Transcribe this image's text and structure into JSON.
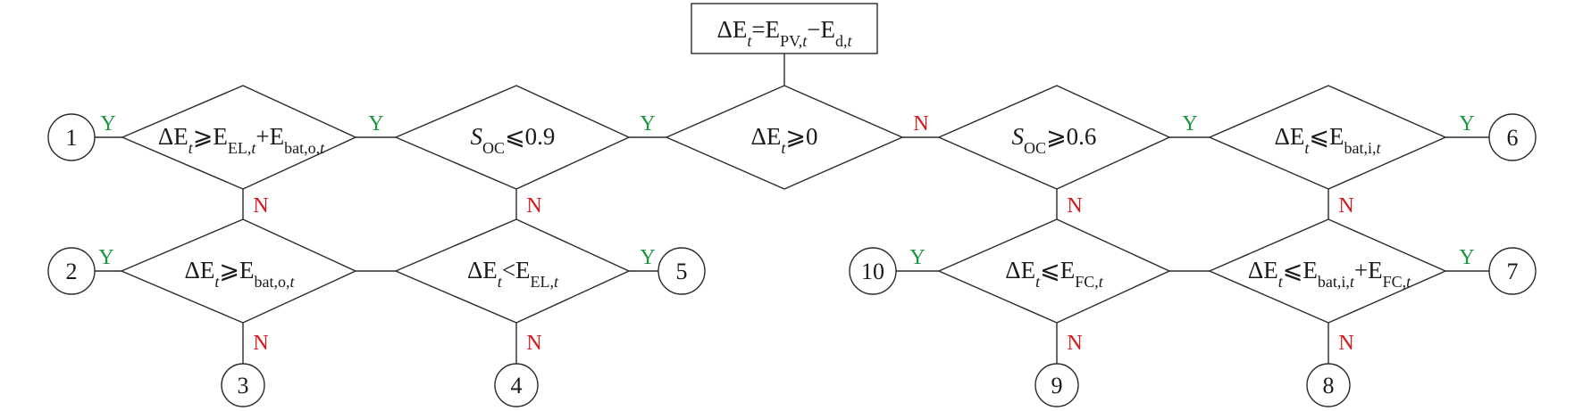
{
  "colors": {
    "yes": "#1a9641",
    "no": "#d7191c"
  },
  "start": {
    "main": "ΔE",
    "sub1": "t",
    "mid1": "=E",
    "sub2": "PV,",
    "sub2i": "t",
    "mid2": "−E",
    "sub3": "d,",
    "sub3i": "t"
  },
  "labels": {
    "yes": "Y",
    "no": "N"
  },
  "d1": {
    "main": "ΔE",
    "sub1": "t",
    "op": "⩾E",
    "sub2": "EL,",
    "sub2i": "t",
    "mid": "+E",
    "sub3": "bat,o,",
    "sub3i": "t"
  },
  "d2": {
    "main": "S",
    "sub1": "OC",
    "op": "⩽0.9"
  },
  "d3": {
    "main": "ΔE",
    "sub1": "t",
    "op": "⩾0"
  },
  "d4": {
    "main": "S",
    "sub1": "OC",
    "op": "⩾0.6"
  },
  "d5": {
    "main": "ΔE",
    "sub1": "t",
    "op": "⩽E",
    "sub2": "bat,i,",
    "sub2i": "t"
  },
  "d6": {
    "main": "ΔE",
    "sub1": "t",
    "op": "⩾E",
    "sub2": "bat,o,",
    "sub2i": "t"
  },
  "d7": {
    "main": "ΔE",
    "sub1": "t",
    "op": "<E",
    "sub2": "EL,",
    "sub2i": "t"
  },
  "d8": {
    "main": "ΔE",
    "sub1": "t",
    "op": "⩽E",
    "sub2": "FC,",
    "sub2i": "t"
  },
  "d9": {
    "main": "ΔE",
    "sub1": "t",
    "op": "⩽E",
    "sub2": "bat,i,",
    "sub2i": "t",
    "mid": "+E",
    "sub3": "FC,",
    "sub3i": "t"
  },
  "outcomes": {
    "o1": "1",
    "o2": "2",
    "o3": "3",
    "o4": "4",
    "o5": "5",
    "o6": "6",
    "o7": "7",
    "o8": "8",
    "o9": "9",
    "o10": "10"
  }
}
